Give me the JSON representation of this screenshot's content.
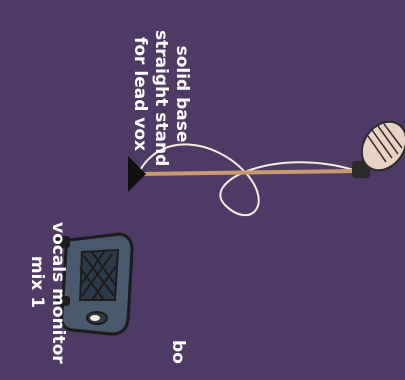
{
  "labels": {
    "stand": [
      "solid base",
      "straight stand",
      "for lead vox"
    ],
    "monitor": [
      "vocals monitor",
      "mix 1"
    ],
    "cut": "bo"
  },
  "icons": [
    "mic-stand-icon",
    "mic-icon",
    "cable-icon",
    "monitor-wedge-icon"
  ],
  "colors": {
    "background": "#4f3a66",
    "stand": "#c99a6e",
    "mic": "#e8d2c2",
    "monitor": "#495a6e",
    "text": "#ffffff"
  }
}
